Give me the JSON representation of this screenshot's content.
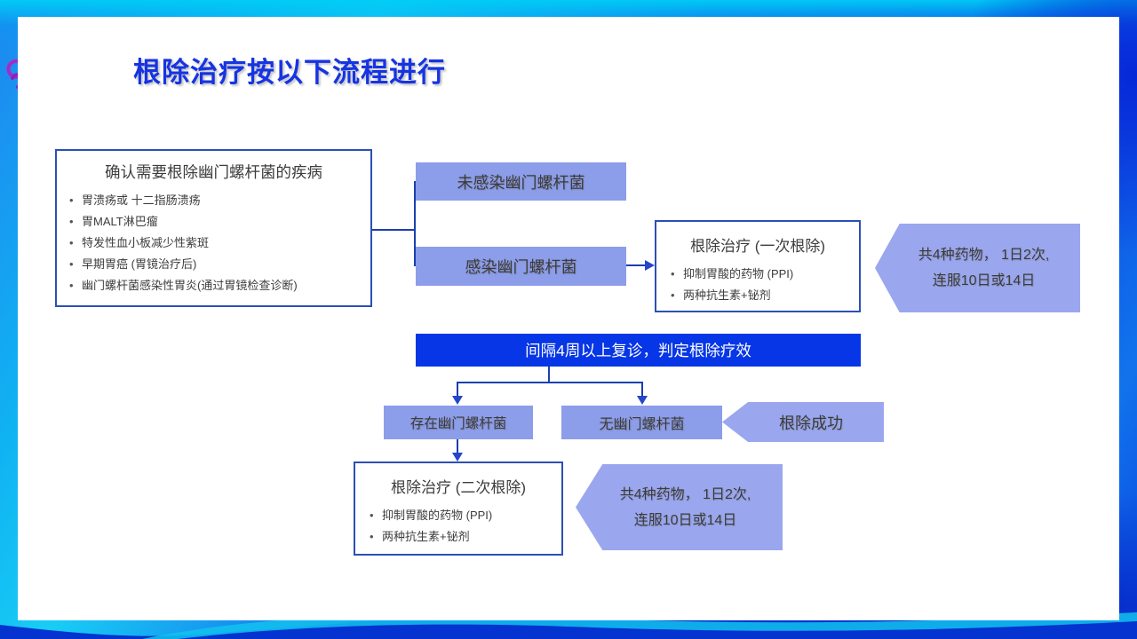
{
  "slide": {
    "title": "根除治疗按以下流程进行"
  },
  "diseases_box": {
    "title": "确认需要根除幽门螺杆菌的疾病",
    "items": [
      "胃溃疡或 十二指肠溃疡",
      "胃MALT淋巴瘤",
      "特发性血小板减少性紫斑",
      "早期胃癌 (胃镜治疗后)",
      "幽门螺杆菌感染性胃炎(通过胃镜检查诊断)"
    ]
  },
  "status_boxes": {
    "uninfected": "未感染幽门螺杆菌",
    "infected": "感染幽门螺杆菌"
  },
  "treatment_first": {
    "title": "根除治疗 (一次根除)",
    "items": [
      "抑制胃酸的药物 (PPI)",
      "两种抗生素+铋剂"
    ]
  },
  "regimen_note_first": {
    "line1": "共4种药物， 1日2次,",
    "line2": "连服10日或14日"
  },
  "review_bar": {
    "label": "间隔4周以上复诊，判定根除疗效"
  },
  "outcome_boxes": {
    "present": "存在幽门螺杆菌",
    "absent": "无幽门螺杆菌",
    "success": "根除成功"
  },
  "treatment_second": {
    "title": "根除治疗 (二次根除)",
    "items": [
      "抑制胃酸的药物 (PPI)",
      "两种抗生素+铋剂"
    ]
  },
  "regimen_note_second": {
    "line1": "共4种药物， 1日2次,",
    "line2": "连服10日或14日"
  },
  "colors": {
    "title_blue": "#1634e2",
    "review_bar_blue": "#0636e6",
    "box_fill_periwinkle": "#8c9de9",
    "chevron_fill_periwinkle": "#9aa7ee",
    "outline_border_blue": "#2b50b4",
    "connector_blue": "#1b3fae",
    "frame_cyan": "#18cdf5",
    "frame_blue": "#0c38e0"
  }
}
